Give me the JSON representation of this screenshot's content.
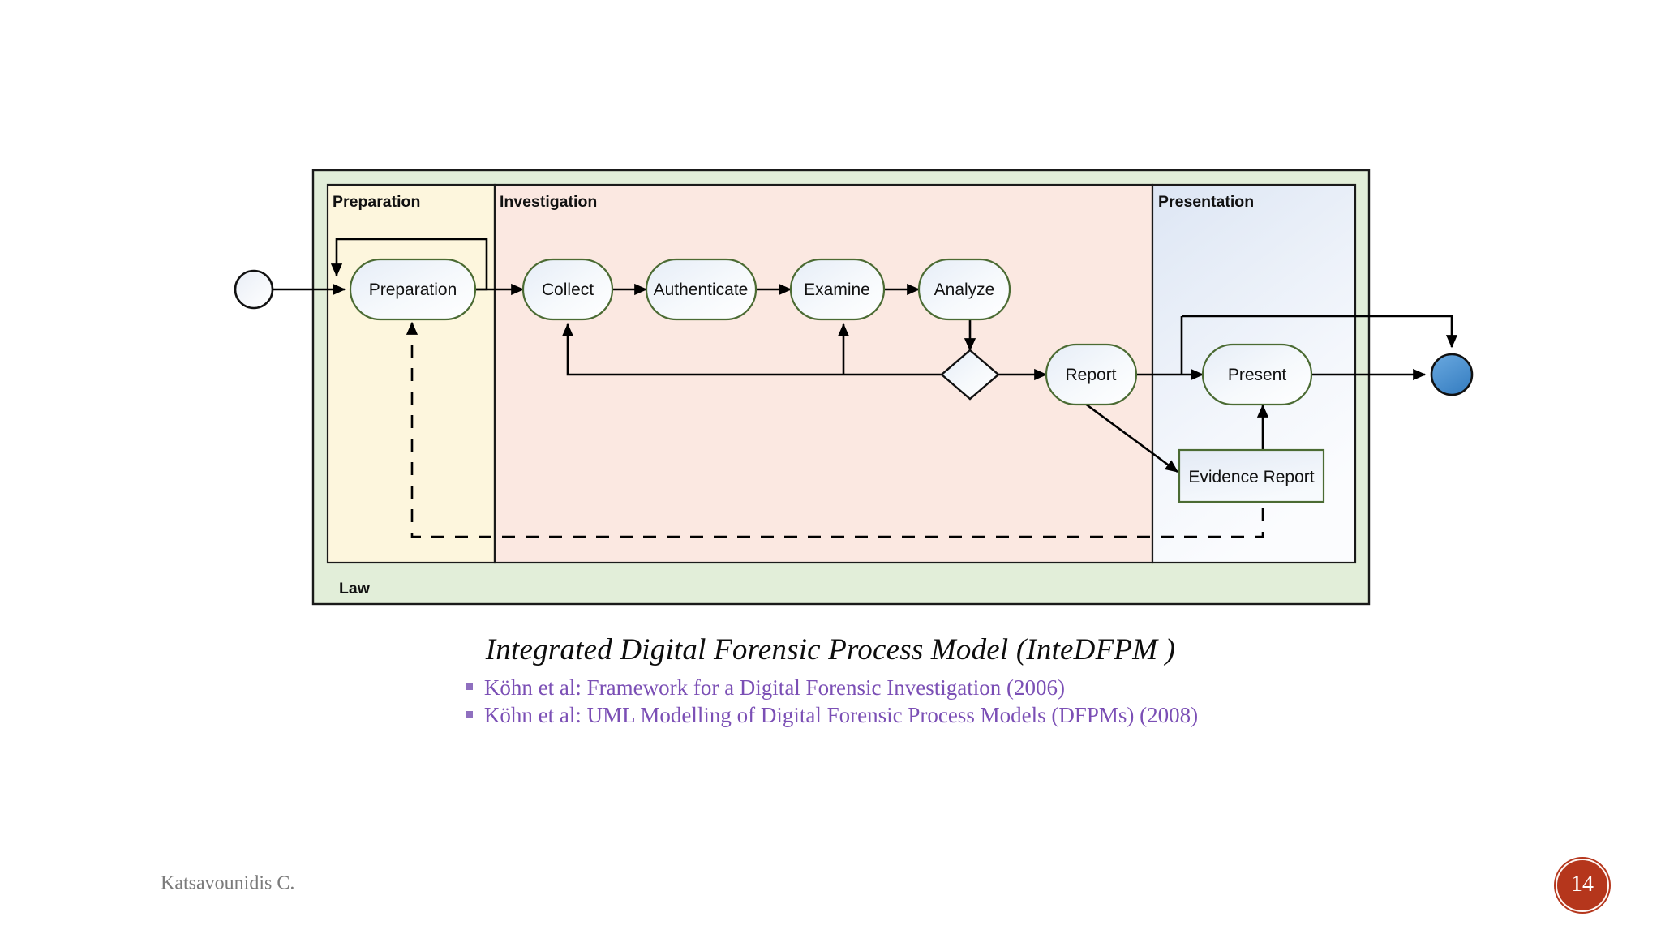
{
  "slide": {
    "title": "Integrated Digital Forensic Process Model (InteDFPM )",
    "bullets": [
      "Köhn et al: Framework for a Digital Forensic Investigation (2006)",
      "Köhn et al: UML Modelling of Digital Forensic Process Models (DFPMs) (2008)"
    ],
    "author": "Katsavounidis C.",
    "page_number": "14"
  },
  "diagram": {
    "outer_band_label": "Law",
    "lanes": [
      {
        "label": "Preparation",
        "fill": "#fdf6dd"
      },
      {
        "label": "Investigation",
        "fill": "#fbe8e1"
      },
      {
        "label": "Presentation",
        "fill": "#eaeff8"
      }
    ],
    "nodes": [
      {
        "id": "start",
        "kind": "start-node",
        "label": ""
      },
      {
        "id": "preparation",
        "kind": "activity-node",
        "label": "Preparation"
      },
      {
        "id": "collect",
        "kind": "activity-node",
        "label": "Collect"
      },
      {
        "id": "authenticate",
        "kind": "activity-node",
        "label": "Authenticate"
      },
      {
        "id": "examine",
        "kind": "activity-node",
        "label": "Examine"
      },
      {
        "id": "analyze",
        "kind": "activity-node",
        "label": "Analyze"
      },
      {
        "id": "decision",
        "kind": "decision-node",
        "label": ""
      },
      {
        "id": "report",
        "kind": "activity-node",
        "label": "Report"
      },
      {
        "id": "present",
        "kind": "activity-node",
        "label": "Present"
      },
      {
        "id": "evidence-report",
        "kind": "artifact-node",
        "label": "Evidence Report"
      },
      {
        "id": "end",
        "kind": "end-node",
        "label": ""
      }
    ],
    "colors": {
      "law_band": "#e2eed9",
      "lane_preparation": "#fdf6dd",
      "lane_investigation": "#fbe8e1",
      "lane_presentation": "#eaeff8",
      "node_stroke": "#4b6b33",
      "edge": "#000000",
      "end_node_fill": "#4a90d9",
      "accent_purple": "#7B4FB5",
      "badge_red": "#b5361c"
    }
  }
}
